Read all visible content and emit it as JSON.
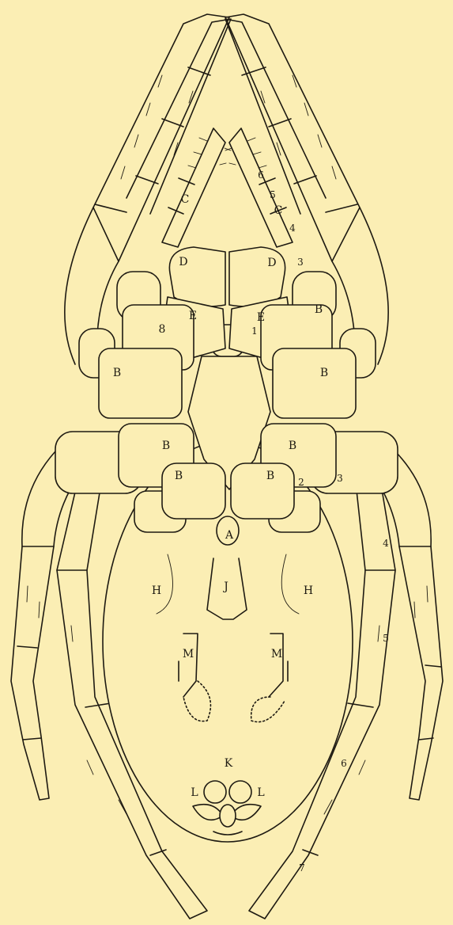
{
  "labels": {
    "A": "A",
    "B": "B",
    "B_alt": "8",
    "C": "C",
    "D": "D",
    "E": "E",
    "H": "H",
    "J": "J",
    "K": "K",
    "L": "L",
    "M": "M"
  },
  "segment_numbers": [
    "1",
    "2",
    "3",
    "4",
    "5",
    "6",
    "7"
  ]
}
